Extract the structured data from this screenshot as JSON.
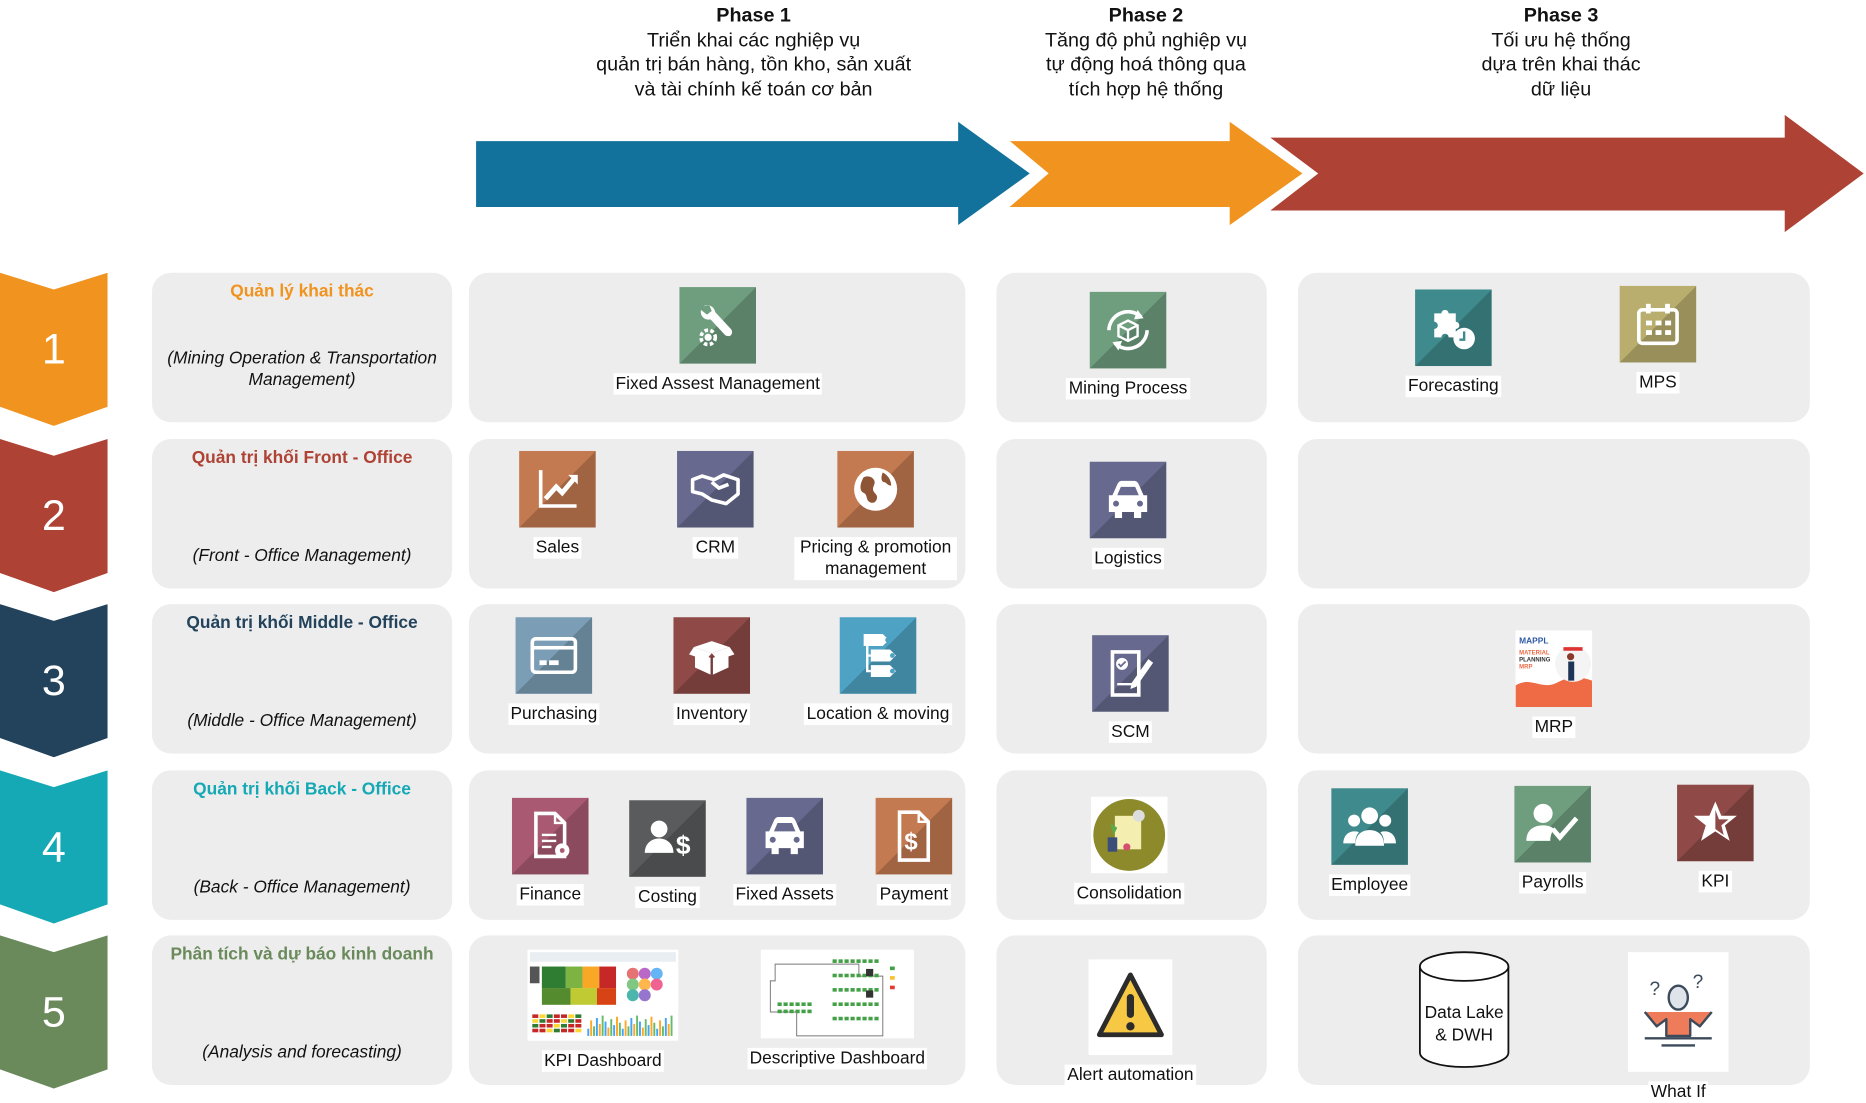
{
  "phases": [
    {
      "title": "Phase 1",
      "lines": [
        "Triển khai các nghiệp vụ",
        "quản trị bán hàng, tồn kho, sản xuất",
        "và tài chính kế toán cơ bản"
      ],
      "color": "#13729c"
    },
    {
      "title": "Phase 2",
      "lines": [
        "Tăng độ phủ nghiệp vụ",
        "tự động hoá thông qua",
        "tích hợp hệ thống"
      ],
      "color": "#f0931f"
    },
    {
      "title": "Phase 3",
      "lines": [
        "Tối ưu hệ thống",
        "dựa trên khai thác",
        "dữ liệu"
      ],
      "color": "#ae4234"
    }
  ],
  "rows": [
    {
      "number": "1",
      "color": "#f0931f",
      "title": "Quản lý khai thác",
      "subtitle": "(Mining Operation & Transportation Management)",
      "phase1": [
        {
          "label": "Fixed Assest Management",
          "icon": "wrench-gear-icon",
          "bg": "#6f9e7f"
        }
      ],
      "phase2": [
        {
          "label": "Mining Process",
          "icon": "cycle-box-icon",
          "bg": "#6f9e7f"
        }
      ],
      "phase3": [
        {
          "label": "Forecasting",
          "icon": "puzzle-clock-icon",
          "bg": "#3f8a8c"
        },
        {
          "label": "MPS",
          "icon": "calendar-icon",
          "bg": "#b9ae6e"
        }
      ]
    },
    {
      "number": "2",
      "color": "#ae4234",
      "title": "Quản trị khối Front - Office",
      "subtitle": "(Front - Office Management)",
      "phase1": [
        {
          "label": "Sales",
          "icon": "trend-chart-icon",
          "bg": "#c47a51"
        },
        {
          "label": "CRM",
          "icon": "handshake-icon",
          "bg": "#676a8e"
        },
        {
          "label": "Pricing & promotion management",
          "icon": "globe-icon",
          "bg": "#c47a51"
        }
      ],
      "phase2": [
        {
          "label": "Logistics",
          "icon": "car-icon",
          "bg": "#676a8e"
        }
      ],
      "phase3": []
    },
    {
      "number": "3",
      "color": "#22435b",
      "title": "Quản trị khối Middle - Office",
      "subtitle": "(Middle - Office Management)",
      "phase1": [
        {
          "label": "Purchasing",
          "icon": "credit-card-icon",
          "bg": "#7b9db5"
        },
        {
          "label": "Inventory",
          "icon": "open-box-icon",
          "bg": "#8f4a47"
        },
        {
          "label": "Location & moving",
          "icon": "hierarchy-tags-icon",
          "bg": "#4ea3c4"
        }
      ],
      "phase2": [
        {
          "label": "SCM",
          "icon": "document-sign-icon",
          "bg": "#676a8e"
        }
      ],
      "phase3": [
        {
          "label": "MRP",
          "icon": "mrp-poster-icon",
          "bg": "#ffffff"
        }
      ]
    },
    {
      "number": "4",
      "color": "#14a9b5",
      "title": "Quản trị khối Back - Office",
      "subtitle": "(Back - Office Management)",
      "phase1": [
        {
          "label": "Finance",
          "icon": "invoice-gear-icon",
          "bg": "#a95a72"
        },
        {
          "label": "Costing",
          "icon": "user-dollar-icon",
          "bg": "#5a5b5c"
        },
        {
          "label": "Fixed Assets",
          "icon": "car-icon",
          "bg": "#676a8e"
        },
        {
          "label": "Payment",
          "icon": "dollar-document-icon",
          "bg": "#c47a51"
        }
      ],
      "phase2": [
        {
          "label": "Consolidation",
          "icon": "consolidation-icon",
          "bg": "#ffffff"
        }
      ],
      "phase3": [
        {
          "label": "Employee",
          "icon": "users-group-icon",
          "bg": "#3f8a8c"
        },
        {
          "label": "Payrolls",
          "icon": "user-check-icon",
          "bg": "#6f9e7f"
        },
        {
          "label": "KPI",
          "icon": "star-icon",
          "bg": "#8f4a47"
        }
      ]
    },
    {
      "number": "5",
      "color": "#6a8a5c",
      "title": "Phân tích và dự báo kinh doanh",
      "subtitle": "(Analysis and forecasting)",
      "phase1": [
        {
          "label": "KPI Dashboard",
          "icon": "kpi-dashboard-thumbnail-icon",
          "bg": "#ffffff"
        },
        {
          "label": "Descriptive Dashboard",
          "icon": "floorplan-dashboard-thumbnail-icon",
          "bg": "#ffffff"
        }
      ],
      "phase2": [
        {
          "label": "Alert automation",
          "icon": "warning-icon",
          "bg": "#ffffff"
        }
      ],
      "phase3": [
        {
          "label": "Data Lake & DWH",
          "icon": "database-cylinder-icon",
          "bg": "none"
        },
        {
          "label": "What If",
          "icon": "confused-person-icon",
          "bg": "#ffffff"
        }
      ]
    }
  ],
  "colors": {
    "panel_bg": "#ededed",
    "row1_title": "#f0931f",
    "row2_title": "#ae4234",
    "row3_title": "#22435b",
    "row4_title": "#14a9b5",
    "row5_title": "#6a8a5c"
  },
  "mrp_text": [
    "MAPPL",
    "MATERIAL",
    "PLANNING",
    "MRP"
  ],
  "datalake_text": [
    "Data Lake",
    "& DWH"
  ]
}
